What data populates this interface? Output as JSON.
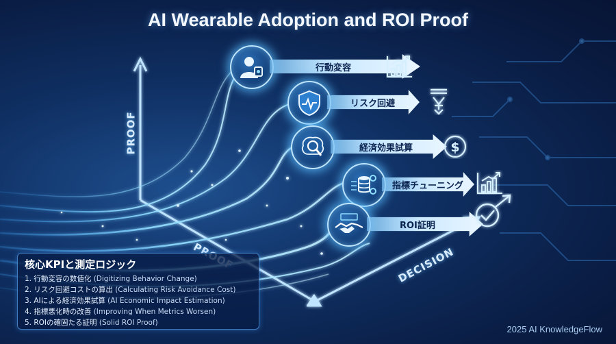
{
  "title": "AI Wearable Adoption and ROI Proof",
  "axes": {
    "vertical_label": "PROOF",
    "bottom_label": "PROOF",
    "right_label": "DECISION"
  },
  "stages": [
    {
      "label": "行動変容",
      "node_icon": "user-smartwatch-icon",
      "result_icon": "bar-chart-growth-icon"
    },
    {
      "label": "リスク回避",
      "node_icon": "shield-heartbeat-icon",
      "result_icon": "yen-down-icon"
    },
    {
      "label": "経済効果試算",
      "node_icon": "brain-magnifier-icon",
      "result_icon": "dollar-coin-icon"
    },
    {
      "label": "指標チューニング",
      "node_icon": "data-gears-icon",
      "result_icon": "bar-chart-growth-icon"
    },
    {
      "label": "ROI証明",
      "node_icon": "handshake-icon",
      "result_icon": "check-target-icon"
    }
  ],
  "kpi": {
    "title": "核心KPIと測定ロジック",
    "items": [
      {
        "jp": "1. 行動変容の数値化",
        "en": "(Digitizing Behavior Change)"
      },
      {
        "jp": "2. リスク回避コストの算出",
        "en": "(Calculating Risk Avoidance Cost)"
      },
      {
        "jp": "3. AIによる経済効果試算",
        "en": "(AI Economic Impact Estimation)"
      },
      {
        "jp": "4. 指標悪化時の改善",
        "en": "(Improving When Metrics Worsen)"
      },
      {
        "jp": "5. ROIの確固たる証明",
        "en": "(Solid ROI Proof)"
      }
    ]
  },
  "credit": "2025 AI KnowledgeFlow",
  "colors": {
    "glow": "#6ec6ff",
    "arrow": "#cbe9ff",
    "background": "#0f2f62"
  }
}
